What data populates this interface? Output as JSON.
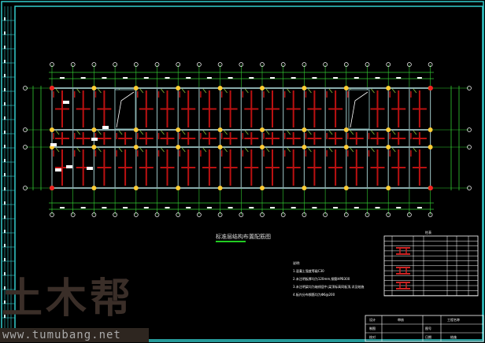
{
  "drawing": {
    "title": "标准层结构布置配筋图",
    "notes": {
      "heading": "说明:",
      "lines": [
        "1.混凝土强度等级C30",
        "2.未注明板厚均为120mm,钢筋HPB300",
        "3.未注明梁均为轴线居中,梁顶标高同板顶,详见结施",
        "4.板内分布钢筋均为Φ6@200"
      ]
    },
    "schedule_title": "柱表",
    "title_block": {
      "cells": [
        "设计",
        "制图",
        "校对",
        "审核",
        "图号",
        "日期",
        "结施",
        "工程名称"
      ]
    }
  },
  "watermark": {
    "logo": "土木帮",
    "url": "www.tumubang.net"
  },
  "colors": {
    "frame": "#3cc",
    "axis": "#3c3",
    "beam": "#b11",
    "column": "#fc3",
    "wall": "#8aa"
  }
}
